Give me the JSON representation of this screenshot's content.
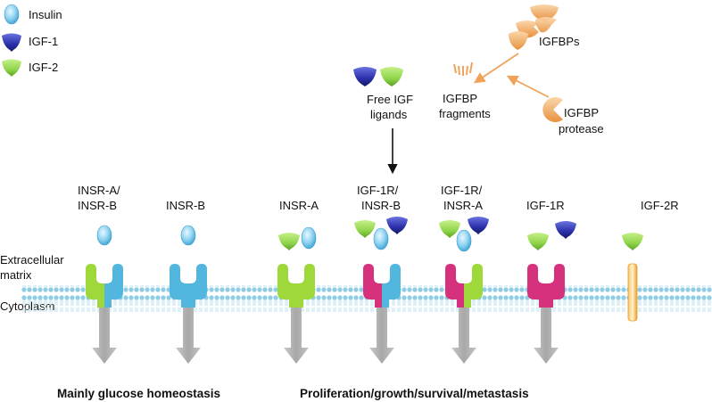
{
  "legend": [
    {
      "label": "Insulin",
      "shape": "insulin-ellipse"
    },
    {
      "label": "IGF-1",
      "shape": "igf1-cup"
    },
    {
      "label": "IGF-2",
      "shape": "igf2-cup"
    }
  ],
  "igfbps": {
    "label": "IGFBPs"
  },
  "igfbp_fragments": {
    "line1": "IGFBP",
    "line2": "fragments"
  },
  "igfbp_protease": {
    "line1": "IGFBP",
    "line2": "protease"
  },
  "free_igf": {
    "line1": "Free IGF",
    "line2": "ligands"
  },
  "regions": {
    "extracellular_line1": "Extracellular",
    "extracellular_line2": "matrix",
    "cytoplasm": "Cytoplasm"
  },
  "receptors": [
    {
      "line1": "INSR-A/",
      "line2": "INSR-B"
    },
    {
      "line1": "INSR-B",
      "line2": ""
    },
    {
      "line1": "INSR-A",
      "line2": ""
    },
    {
      "line1": "IGF-1R/",
      "line2": "INSR-B"
    },
    {
      "line1": "IGF-1R/",
      "line2": "INSR-A"
    },
    {
      "line1": "IGF-1R",
      "line2": ""
    },
    {
      "line1": "IGF-2R",
      "line2": ""
    }
  ],
  "outcomes": {
    "glucose": "Mainly glucose homeostasis",
    "proliferation": "Proliferation/growth/survival/metastasis"
  },
  "colors": {
    "insulin": "#8fd3f0",
    "igf1": "#2a2fa8",
    "igf2": "#8fd44a",
    "insr_a": "#9ed83a",
    "insr_b": "#52b6df",
    "igf1r": "#d6317d",
    "igf2r": "#f2a531",
    "igfbp": "#f0a35a",
    "membrane": "#9fd6ec",
    "signal_arrow": "#b3b3b3"
  }
}
